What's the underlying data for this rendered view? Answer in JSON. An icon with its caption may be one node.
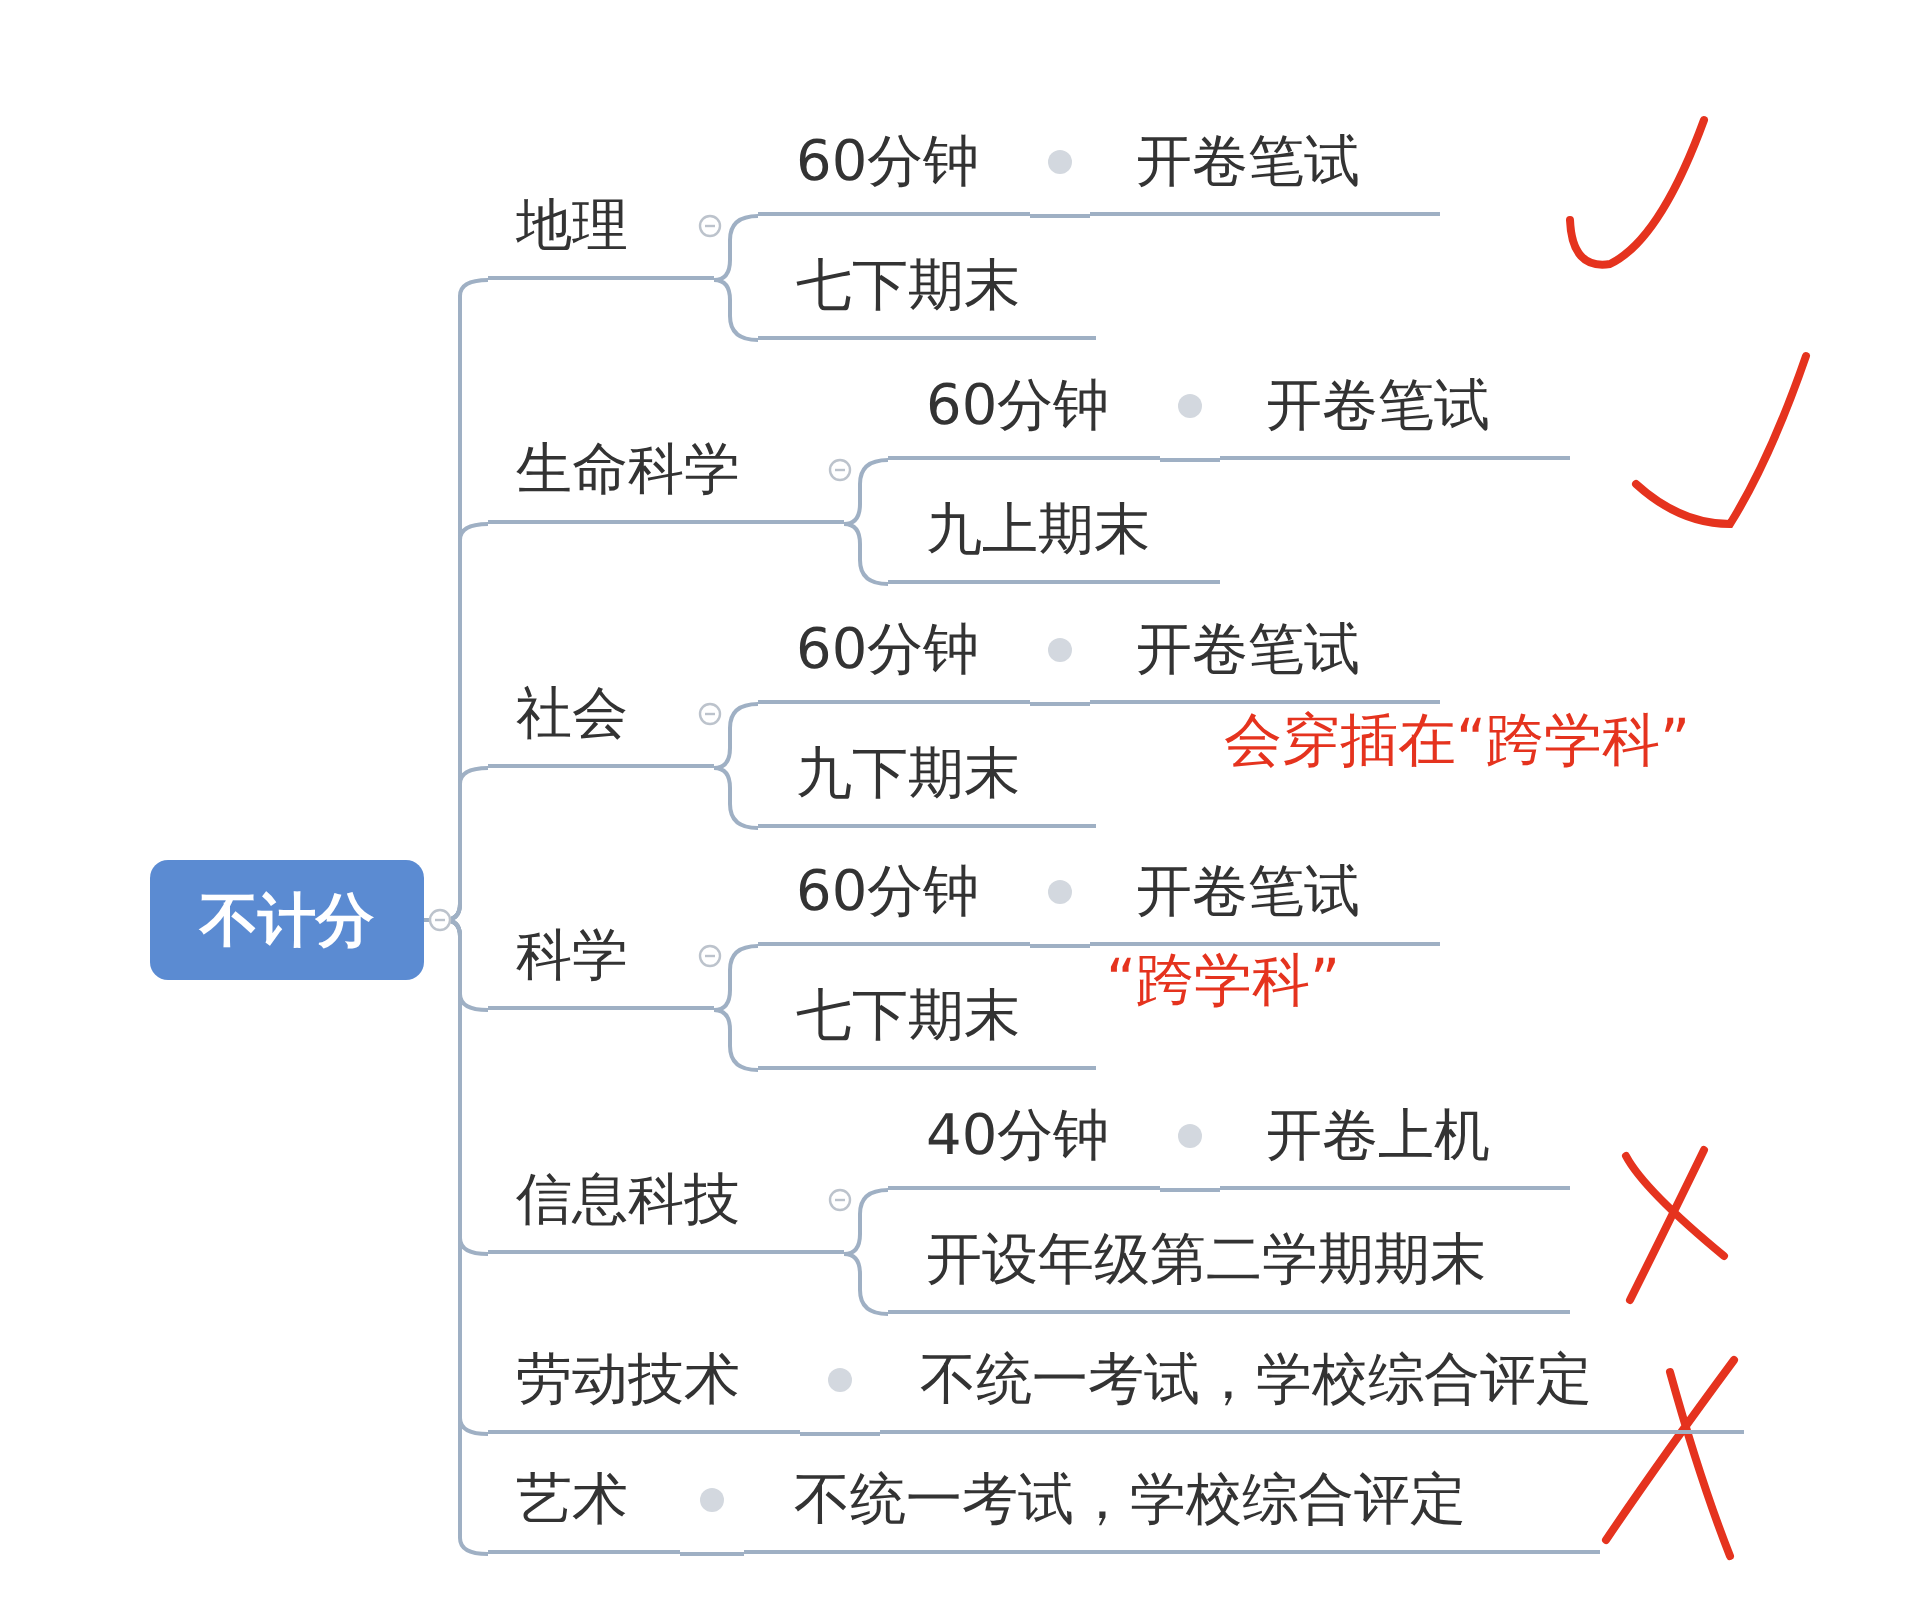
{
  "diagram": {
    "nodes": [
      {
        "text": [
          "不计分"
        ]
      },
      {
        "text": [
          "地理"
        ]
      },
      {
        "text": [
          "60分钟"
        ]
      },
      {
        "text": [
          "开卷笔试"
        ]
      },
      {
        "text": [
          "七下期末"
        ]
      },
      {
        "text": [
          "生命科学"
        ]
      },
      {
        "text": [
          "60分钟"
        ]
      },
      {
        "text": [
          "开卷笔试"
        ]
      },
      {
        "text": [
          "九上期末"
        ]
      },
      {
        "text": [
          "社会"
        ]
      },
      {
        "text": [
          "60分钟"
        ]
      },
      {
        "text": [
          "开卷笔试"
        ]
      },
      {
        "text": [
          "九下期末"
        ]
      },
      {
        "text": [
          "科学"
        ]
      },
      {
        "text": [
          "60分钟"
        ]
      },
      {
        "text": [
          "开卷笔试"
        ]
      },
      {
        "text": [
          "七下期末"
        ]
      },
      {
        "text": [
          "信息科技"
        ]
      },
      {
        "text": [
          "40分钟"
        ]
      },
      {
        "text": [
          "开卷上机"
        ]
      },
      {
        "text": [
          "开设年级第二学期期末"
        ]
      },
      {
        "text": [
          "劳动技术"
        ]
      },
      {
        "text": [
          "不统一考试，学校综合评定"
        ]
      },
      {
        "text": [
          "艺术"
        ]
      },
      {
        "text": [
          "不统一考试，学校综合评定"
        ]
      }
    ],
    "edges": [
      {
        "from": 0,
        "to": 1,
        "arrow": "none"
      },
      {
        "from": 0,
        "to": 5,
        "arrow": "none"
      },
      {
        "from": 0,
        "to": 9,
        "arrow": "none"
      },
      {
        "from": 0,
        "to": 13,
        "arrow": "none"
      },
      {
        "from": 0,
        "to": 17,
        "arrow": "none"
      },
      {
        "from": 0,
        "to": 21,
        "arrow": "none"
      },
      {
        "from": 0,
        "to": 23,
        "arrow": "none"
      },
      {
        "from": 1,
        "to": 2,
        "arrow": "none"
      },
      {
        "from": 2,
        "to": 3,
        "arrow": "none"
      },
      {
        "from": 1,
        "to": 4,
        "arrow": "none"
      },
      {
        "from": 5,
        "to": 6,
        "arrow": "none"
      },
      {
        "from": 6,
        "to": 7,
        "arrow": "none"
      },
      {
        "from": 5,
        "to": 8,
        "arrow": "none"
      },
      {
        "from": 9,
        "to": 10,
        "arrow": "none"
      },
      {
        "from": 10,
        "to": 11,
        "arrow": "none"
      },
      {
        "from": 9,
        "to": 12,
        "arrow": "none"
      },
      {
        "from": 13,
        "to": 14,
        "arrow": "none"
      },
      {
        "from": 14,
        "to": 15,
        "arrow": "none"
      },
      {
        "from": 13,
        "to": 16,
        "arrow": "none"
      },
      {
        "from": 17,
        "to": 18,
        "arrow": "none"
      },
      {
        "from": 18,
        "to": 19,
        "arrow": "none"
      },
      {
        "from": 17,
        "to": 20,
        "arrow": "none"
      },
      {
        "from": 21,
        "to": 22,
        "arrow": "none"
      },
      {
        "from": 23,
        "to": 24,
        "arrow": "none"
      }
    ],
    "labels": [
      "会穿插在“跨学科”",
      "“跨学科”"
    ]
  }
}
